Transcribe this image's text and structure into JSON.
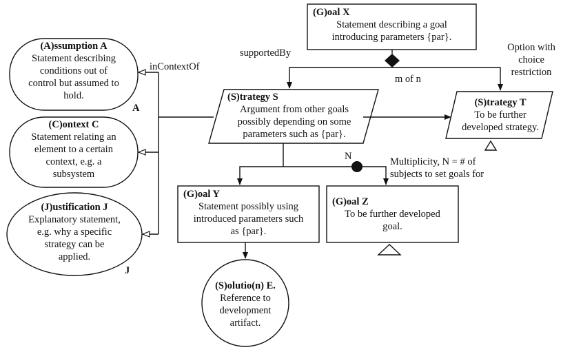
{
  "nodes": {
    "goal_x": {
      "title": "(G)oal X",
      "lines": [
        "Statement describing a goal",
        "introducing parameters {par}."
      ]
    },
    "assumption_a": {
      "title": "(A)ssumption A",
      "lines": [
        "Statement describing",
        "conditions out of",
        "control but assumed to",
        "hold."
      ],
      "tag": "A"
    },
    "context_c": {
      "title": "(C)ontext C",
      "lines": [
        "Statement relating an",
        "element to a certain",
        "context, e.g. a",
        "subsystem"
      ]
    },
    "justification_j": {
      "title": "(J)ustification J",
      "lines": [
        "Explanatory statement,",
        "e.g. why a specific",
        "strategy can be",
        "applied."
      ],
      "tag": "J"
    },
    "strategy_s": {
      "title": "(S)trategy S",
      "lines": [
        "Argument from other goals",
        "possibly depending on some",
        "parameters such as {par}."
      ]
    },
    "strategy_t": {
      "title": "(S)trategy T",
      "lines": [
        "To be further",
        "developed strategy."
      ]
    },
    "goal_y": {
      "title": "(G)oal Y",
      "lines": [
        "Statement possibly using",
        "introduced parameters such",
        "as {par}."
      ]
    },
    "goal_z": {
      "title": "(G)oal Z",
      "lines": [
        "To be further developed",
        "goal."
      ]
    },
    "solution_e": {
      "title": "(S)olutio(n) E.",
      "lines": [
        "Reference to",
        "development",
        "artifact."
      ]
    }
  },
  "labels": {
    "supported_by": "supportedBy",
    "in_context_of": "inContextOf",
    "m_of_n": "m of n",
    "option_lines": [
      "Option with",
      "choice",
      "restriction"
    ],
    "n": "N",
    "multiplicity_lines": [
      "Multiplicity, N = # of",
      "subjects to set goals for"
    ]
  }
}
